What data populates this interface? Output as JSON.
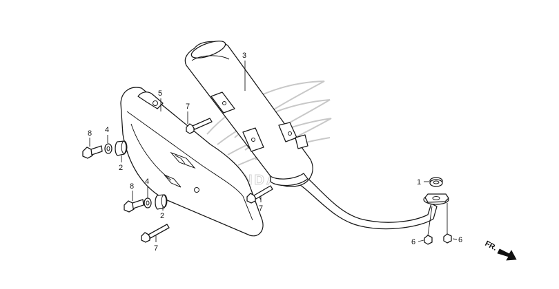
{
  "diagram": {
    "direction_label": "FR.",
    "logo_text": "HONDA",
    "callouts": {
      "part_1": "1",
      "part_2_upper": "2",
      "part_2_lower": "2",
      "part_3": "3",
      "part_4_upper": "4",
      "part_4_lower": "4",
      "part_5": "5",
      "part_6_left": "6",
      "part_6_right": "6",
      "part_7_top": "7",
      "part_7_right": "7",
      "part_7_bottom": "7",
      "part_8_upper": "8",
      "part_8_lower": "8"
    }
  }
}
